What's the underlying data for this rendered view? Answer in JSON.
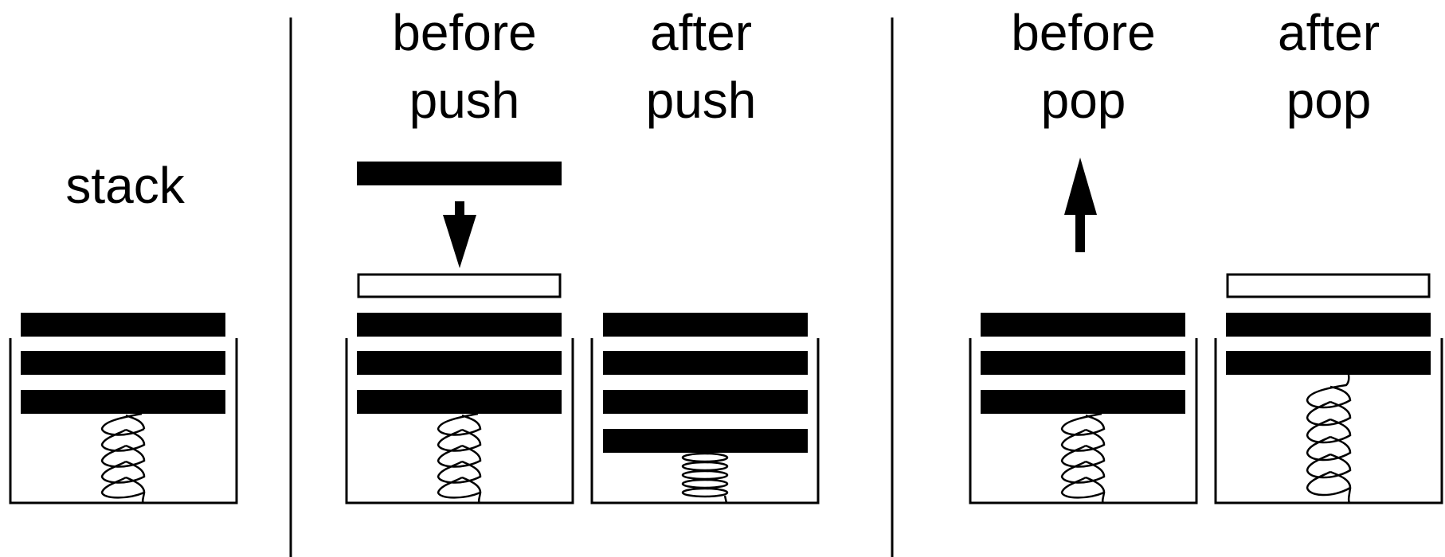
{
  "labels": {
    "stack": "stack",
    "before_push_1": "before",
    "before_push_2": "push",
    "after_push_1": "after",
    "after_push_2": "push",
    "before_pop_1": "before",
    "before_pop_2": "pop",
    "after_pop_1": "after",
    "after_pop_2": "pop"
  },
  "colors": {
    "ink": "#000000",
    "paper": "#ffffff"
  },
  "icons": {
    "push_arrow": "arrow-down-icon",
    "pop_arrow": "arrow-up-icon"
  },
  "panels": [
    {
      "name": "stack",
      "plates": 3,
      "empty_slot_above": false
    },
    {
      "name": "before-push",
      "plates": 3,
      "empty_slot_above": true,
      "incoming_plate": true
    },
    {
      "name": "after-push",
      "plates": 4,
      "empty_slot_above": false
    },
    {
      "name": "before-pop",
      "plates": 3,
      "empty_slot_above": false,
      "outgoing_arrow": true
    },
    {
      "name": "after-pop",
      "plates": 2,
      "empty_slot_above": true
    }
  ]
}
